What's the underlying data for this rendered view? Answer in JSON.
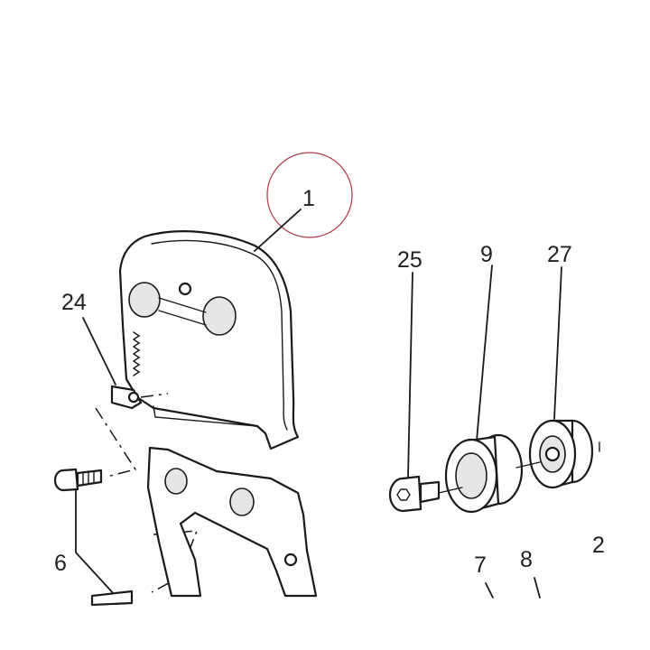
{
  "diagram": {
    "callouts": {
      "part_1": "1",
      "part_24": "24",
      "part_25": "25",
      "part_9": "9",
      "part_27": "27",
      "part_6": "6",
      "part_7": "7",
      "part_8": "8",
      "part_2_partial": "2"
    },
    "highlight": {
      "target": "1",
      "color": "#b03a48"
    },
    "colors": {
      "line": "#1a1a1a",
      "background": "#ffffff"
    }
  }
}
